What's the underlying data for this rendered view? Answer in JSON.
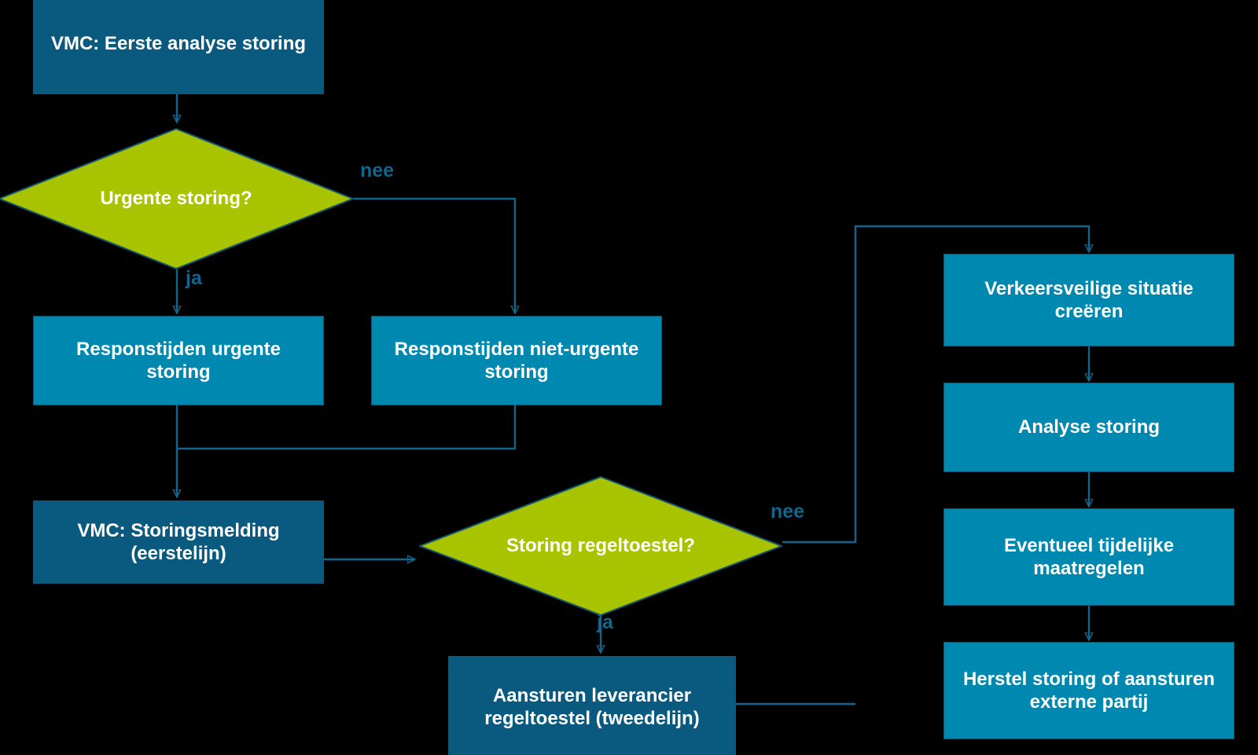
{
  "diagram": {
    "type": "flowchart",
    "language": "nl",
    "background_color": "#000000",
    "colors": {
      "process_dark_blue": "#0A5A80",
      "process_light_blue": "#0089B0",
      "decision_green": "#A8C400",
      "connector_blue": "#12658C",
      "node_text": "#FFFFFF",
      "edge_label_text": "#12658C"
    },
    "nodes": [
      {
        "id": "n1",
        "shape": "process",
        "fill": "dark",
        "label": "VMC: Eerste analyse storing"
      },
      {
        "id": "d1",
        "shape": "decision",
        "fill": "green",
        "label": "Urgente storing?"
      },
      {
        "id": "n2",
        "shape": "process",
        "fill": "light",
        "label": "Responstijden urgente storing"
      },
      {
        "id": "n3",
        "shape": "process",
        "fill": "light",
        "label": "Responstijden niet-urgente storing"
      },
      {
        "id": "n4",
        "shape": "process",
        "fill": "dark",
        "label": "VMC: Storingsmelding (eerstelijn)"
      },
      {
        "id": "d2",
        "shape": "decision",
        "fill": "green",
        "label": "Storing regeltoestel?"
      },
      {
        "id": "n5",
        "shape": "process",
        "fill": "dark",
        "label": "Aansturen leverancier regeltoestel (tweedelijn)"
      },
      {
        "id": "n6",
        "shape": "process",
        "fill": "light",
        "label": "Verkeersveilige situatie creëren"
      },
      {
        "id": "n7",
        "shape": "process",
        "fill": "light",
        "label": "Analyse storing"
      },
      {
        "id": "n8",
        "shape": "process",
        "fill": "light",
        "label": "Eventueel tijdelijke maatregelen"
      },
      {
        "id": "n9",
        "shape": "process",
        "fill": "light",
        "label": "Herstel storing of aansturen externe partij"
      }
    ],
    "edge_labels": {
      "d1_no": "nee",
      "d1_yes": "ja",
      "d2_no": "nee",
      "d2_yes": "ja"
    },
    "edges": [
      {
        "from": "n1",
        "to": "d1",
        "label": ""
      },
      {
        "from": "d1",
        "to": "n2",
        "label": "ja"
      },
      {
        "from": "d1",
        "to": "n3",
        "label": "nee"
      },
      {
        "from": "n2",
        "to": "n4",
        "label": ""
      },
      {
        "from": "n3",
        "to": "n4",
        "label": ""
      },
      {
        "from": "n4",
        "to": "d2",
        "label": ""
      },
      {
        "from": "d2",
        "to": "n5",
        "label": "ja"
      },
      {
        "from": "d2",
        "to": "n6",
        "label": "nee"
      },
      {
        "from": "n5",
        "to": "n6",
        "label": ""
      },
      {
        "from": "n6",
        "to": "n7",
        "label": ""
      },
      {
        "from": "n7",
        "to": "n8",
        "label": ""
      },
      {
        "from": "n8",
        "to": "n9",
        "label": ""
      }
    ]
  }
}
